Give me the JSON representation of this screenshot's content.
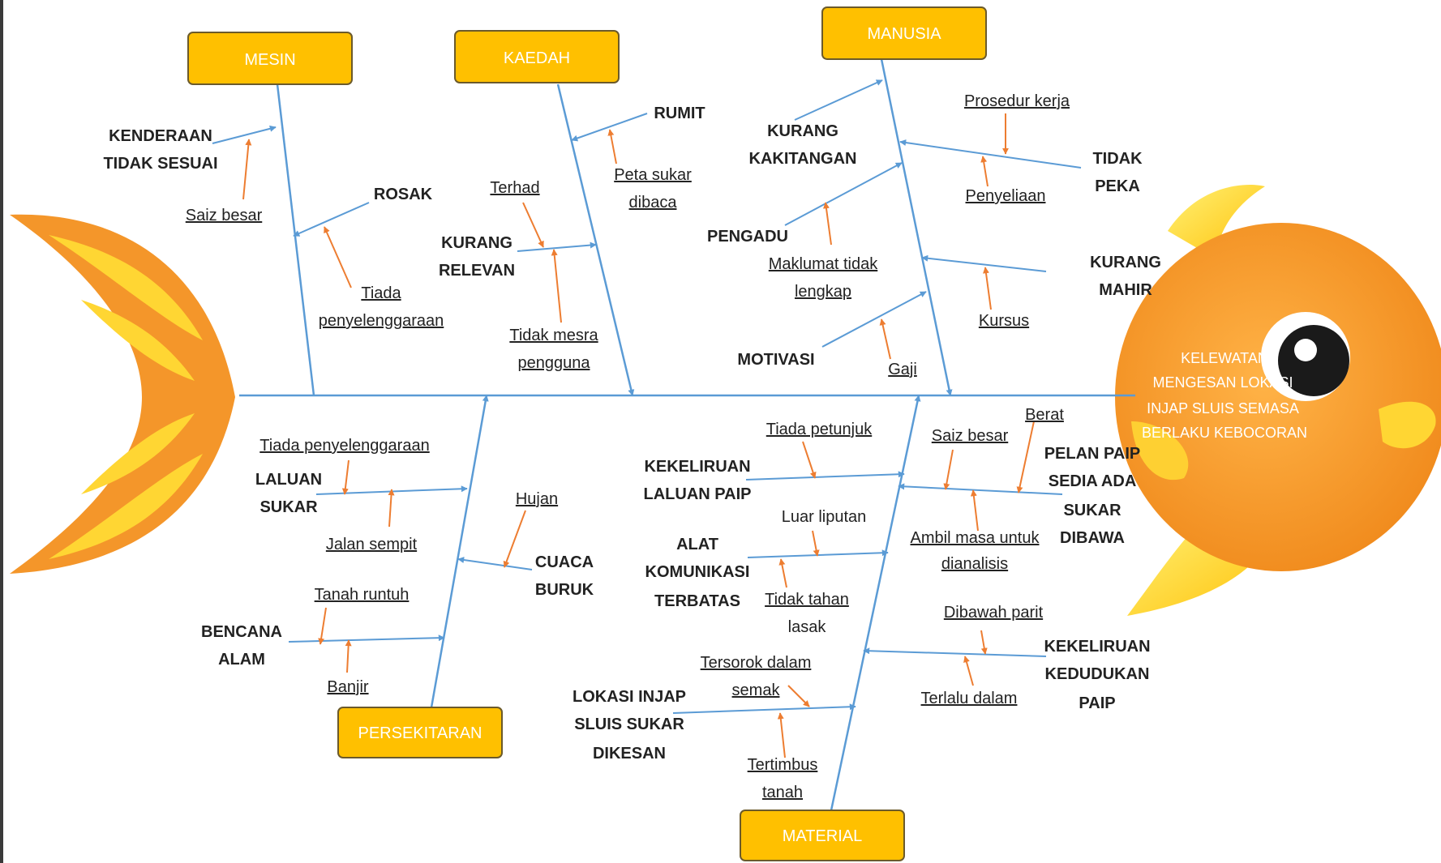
{
  "colors": {
    "background": "#ffffff",
    "frame": "#3a3a3a",
    "spine": "#5b9bd5",
    "arrow_orange": "#ed7d31",
    "category_fill": "#ffc000",
    "category_stroke": "#7f6000",
    "fish_orange": "#f4962a",
    "fish_yellow": "#ffd633"
  },
  "effect": {
    "lines": [
      "KELEWATAN",
      "MENGESAN LOKASI",
      "INJAP SLUIS SEMASA",
      "BERLAKU KEBOCORAN"
    ]
  },
  "categories": {
    "mesin": "MESIN",
    "kaedah": "KAEDAH",
    "manusia": "MANUSIA",
    "persekitaran": "PERSEKITARAN",
    "material": "MATERIAL"
  },
  "mesin": {
    "kenderaan": [
      "KENDERAAN",
      "TIDAK SESUAI"
    ],
    "saiz_besar": "Saiz besar",
    "rosak": "ROSAK",
    "tiada_penyelenggaraan": [
      "Tiada",
      "penyelenggaraan"
    ]
  },
  "kaedah": {
    "rumit": "RUMIT",
    "peta": [
      "Peta sukar",
      "dibaca"
    ],
    "terhad": "Terhad",
    "kurang_relevan": [
      "KURANG",
      "RELEVAN"
    ],
    "tidak_mesra": [
      "Tidak mesra",
      "pengguna"
    ]
  },
  "manusia": {
    "kurang_kakitangan": [
      "KURANG",
      "KAKITANGAN"
    ],
    "prosedur": "Prosedur kerja",
    "tidak_peka": [
      "TIDAK",
      "PEKA"
    ],
    "penyeliaan": "Penyeliaan",
    "pengadu": "PENGADU",
    "maklumat": [
      "Maklumat tidak",
      "lengkap"
    ],
    "kurang_mahir": [
      "KURANG",
      "MAHIR"
    ],
    "kursus": "Kursus",
    "motivasi": "MOTIVASI",
    "gaji": "Gaji"
  },
  "persekitaran": {
    "tiada_penyelenggaraan": "Tiada penyelenggaraan",
    "laluan_sukar": [
      "LALUAN",
      "SUKAR"
    ],
    "jalan_sempit": "Jalan sempit",
    "hujan": "Hujan",
    "cuaca_buruk": [
      "CUACA",
      "BURUK"
    ],
    "tanah_runtuh": "Tanah runtuh",
    "bencana_alam": [
      "BENCANA",
      "ALAM"
    ],
    "banjir": "Banjir"
  },
  "material": {
    "tiada_petunjuk": "Tiada petunjuk",
    "kekeliruan_laluan": [
      "KEKELIRUAN",
      "LALUAN PAIP"
    ],
    "saiz_besar": "Saiz besar",
    "berat": "Berat",
    "pelan_paip": [
      "PELAN PAIP",
      "SEDIA ADA",
      "SUKAR",
      "DIBAWA"
    ],
    "ambil_masa": [
      "Ambil masa untuk",
      "dianalisis"
    ],
    "luar_liputan": "Luar liputan",
    "alat_komunikasi": [
      "ALAT",
      "KOMUNIKASI",
      "TERBATAS"
    ],
    "tidak_tahan": [
      "Tidak tahan",
      "lasak"
    ],
    "dibawah_parit": "Dibawah parit",
    "kekeliruan_kedudukan": [
      "KEKELIRUAN",
      "KEDUDUKAN",
      "PAIP"
    ],
    "terlalu_dalam": "Terlalu dalam",
    "tersorok": [
      "Tersorok dalam",
      "semak"
    ],
    "lokasi_injap": [
      "LOKASI INJAP",
      "SLUIS SUKAR",
      "DIKESAN"
    ],
    "tertimbus": [
      "Tertimbus",
      "tanah"
    ]
  }
}
